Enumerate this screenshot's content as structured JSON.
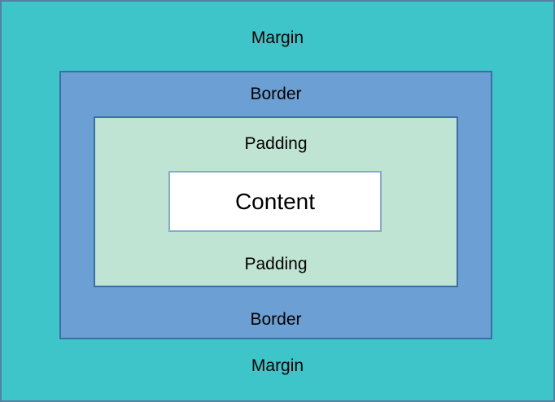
{
  "box_model": {
    "margin": {
      "label_top": "Margin",
      "label_bottom": "Margin",
      "fill": "#3ec5c9",
      "frame_stroke": "#55809f"
    },
    "border": {
      "label_top": "Border",
      "label_bottom": "Border",
      "fill": "#6c9fd3",
      "stroke": "#3a6ea5"
    },
    "padding": {
      "label_top": "Padding",
      "label_bottom": "Padding",
      "fill": "#c0e4d4",
      "stroke": "#3a6ea5"
    },
    "content": {
      "label": "Content",
      "fill": "#ffffff",
      "stroke": "#85aacb"
    },
    "text_color": "#000000"
  }
}
